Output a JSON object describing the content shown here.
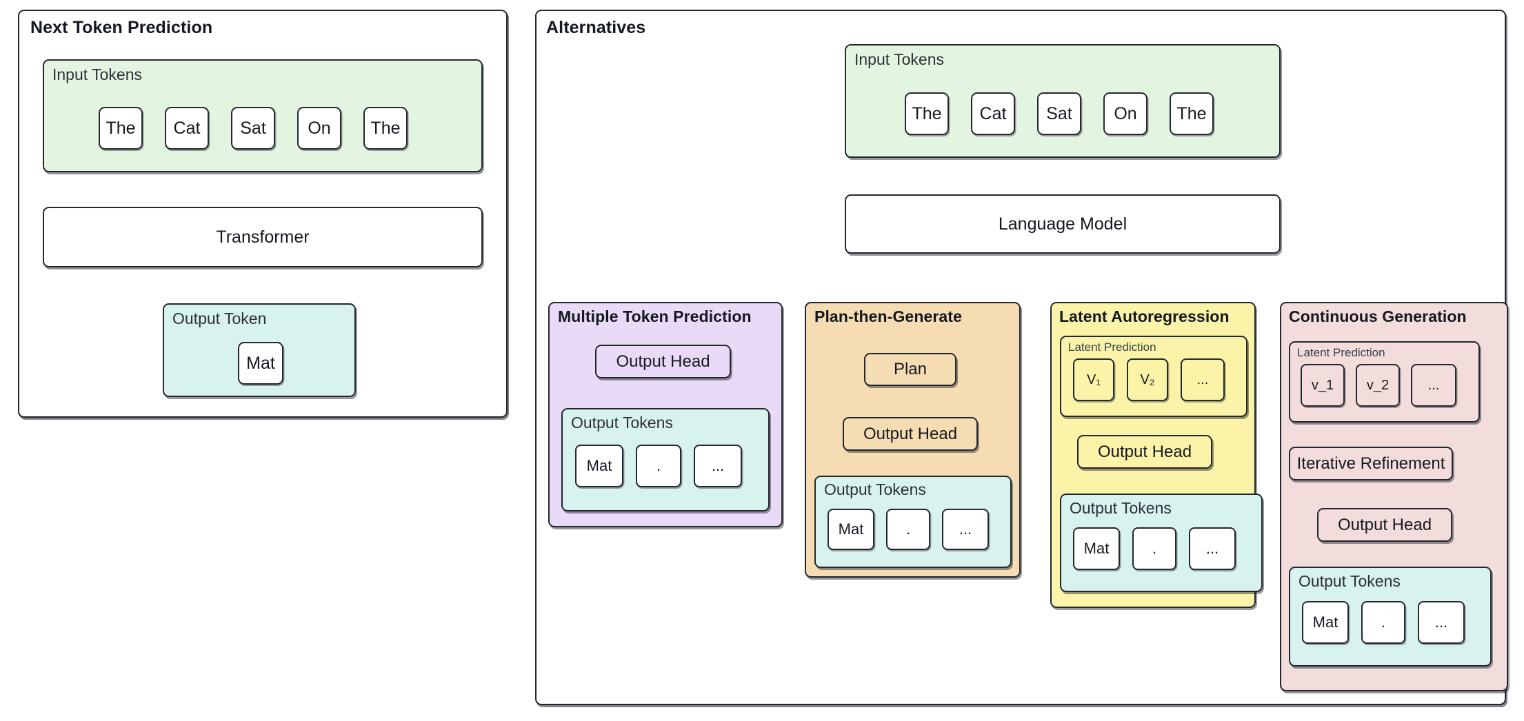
{
  "panels": {
    "left": {
      "title": "Next Token Prediction"
    },
    "right": {
      "title": "Alternatives"
    }
  },
  "labels": {
    "input_tokens": "Input Tokens",
    "output_token": "Output Token",
    "output_tokens": "Output Tokens",
    "latent_prediction": "Latent Prediction",
    "transformer": "Transformer",
    "language_model": "Language Model",
    "output_head": "Output Head",
    "plan": "Plan",
    "iterative_refinement": "Iterative Refinement"
  },
  "input_sequence": [
    "The",
    "Cat",
    "Sat",
    "On",
    "The"
  ],
  "output_single": [
    "Mat"
  ],
  "output_sequence": [
    "Mat",
    ".",
    "..."
  ],
  "latent_sequence_sub": [
    "V₁",
    "V₂",
    "..."
  ],
  "latent_sequence_plain": [
    "v_1",
    "v_2",
    "..."
  ],
  "alternatives": [
    {
      "title": "Multiple Token Prediction",
      "color": "#e9daf7"
    },
    {
      "title": "Plan-then-Generate",
      "color": "#f5dcb3"
    },
    {
      "title": "Latent Autoregression",
      "color": "#faf3a8"
    },
    {
      "title": "Continuous Generation",
      "color": "#f3dcdc"
    }
  ],
  "colors": {
    "stroke": "#23272e",
    "arrow": "#626872",
    "input_fill": "#e3f4e0",
    "output_fill": "#d8f2ee",
    "purple": "#e9daf7",
    "orange": "#f5dcb3",
    "yellow": "#faf3a8",
    "pink": "#f3dcdc",
    "background": "#ffffff"
  }
}
